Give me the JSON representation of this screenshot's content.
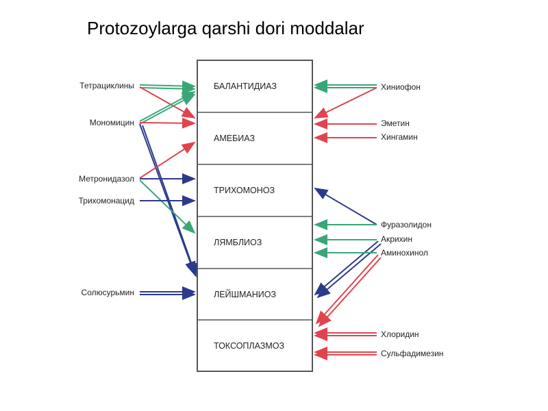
{
  "title": "Protozoylarga qarshi dori moddalar",
  "diseases": [
    "БАЛАНТИДИАЗ",
    "АМЕБИАЗ",
    "ТРИХОМОНОЗ",
    "ЛЯМБЛИОЗ",
    "ЛЕЙШМАНИОЗ",
    "ТОКСОПЛАЗМОЗ"
  ],
  "left_drugs": [
    "Тетрациклины",
    "Мономицин",
    "Метронидазол",
    "Трихомонацид",
    "Солюсурьмин"
  ],
  "right_drugs": [
    "Хиниофон",
    "Эметин",
    "Хингамин",
    "Фуразолидон",
    "Акрихин",
    "Аминохинол",
    "Хлоридин",
    "Сульфадимезин"
  ],
  "colors": {
    "green": "#3aa677",
    "red": "#e0444e",
    "blue": "#2c3a8c",
    "box": "#555555"
  }
}
